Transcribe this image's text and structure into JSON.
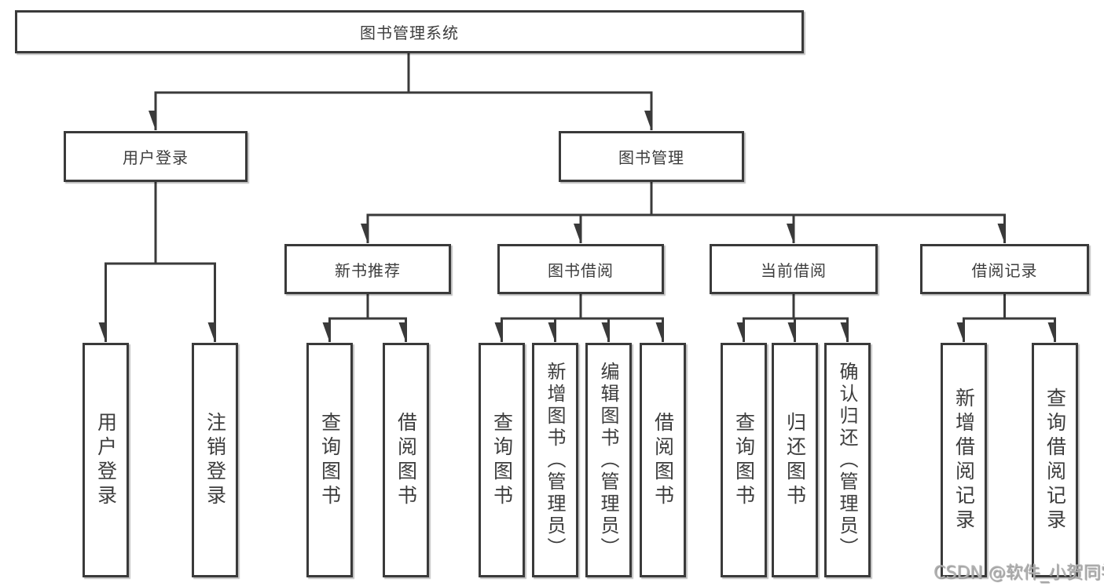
{
  "diagram": {
    "root": "图书管理系统",
    "level2": [
      "用户登录",
      "图书管理"
    ],
    "level3": [
      "新书推荐",
      "图书借阅",
      "当前借阅",
      "借阅记录"
    ],
    "leaves": [
      "用户登录",
      "注销登录",
      "查询图书",
      "借阅图书",
      "查询图书",
      "新增图书（管理员）",
      "编辑图书（管理员）",
      "借阅图书",
      "查询图书",
      "归还图书",
      "确认归还（管理员）",
      "新增借阅记录",
      "查询借阅记录"
    ],
    "colors": {
      "line": "#3a3a3a",
      "text": "#3d3d3d",
      "box_background": "#ffffff",
      "page_background": "#ffffff",
      "watermark": "#b0b0b0"
    }
  },
  "watermark": "CSDN @软件_小贺同学"
}
